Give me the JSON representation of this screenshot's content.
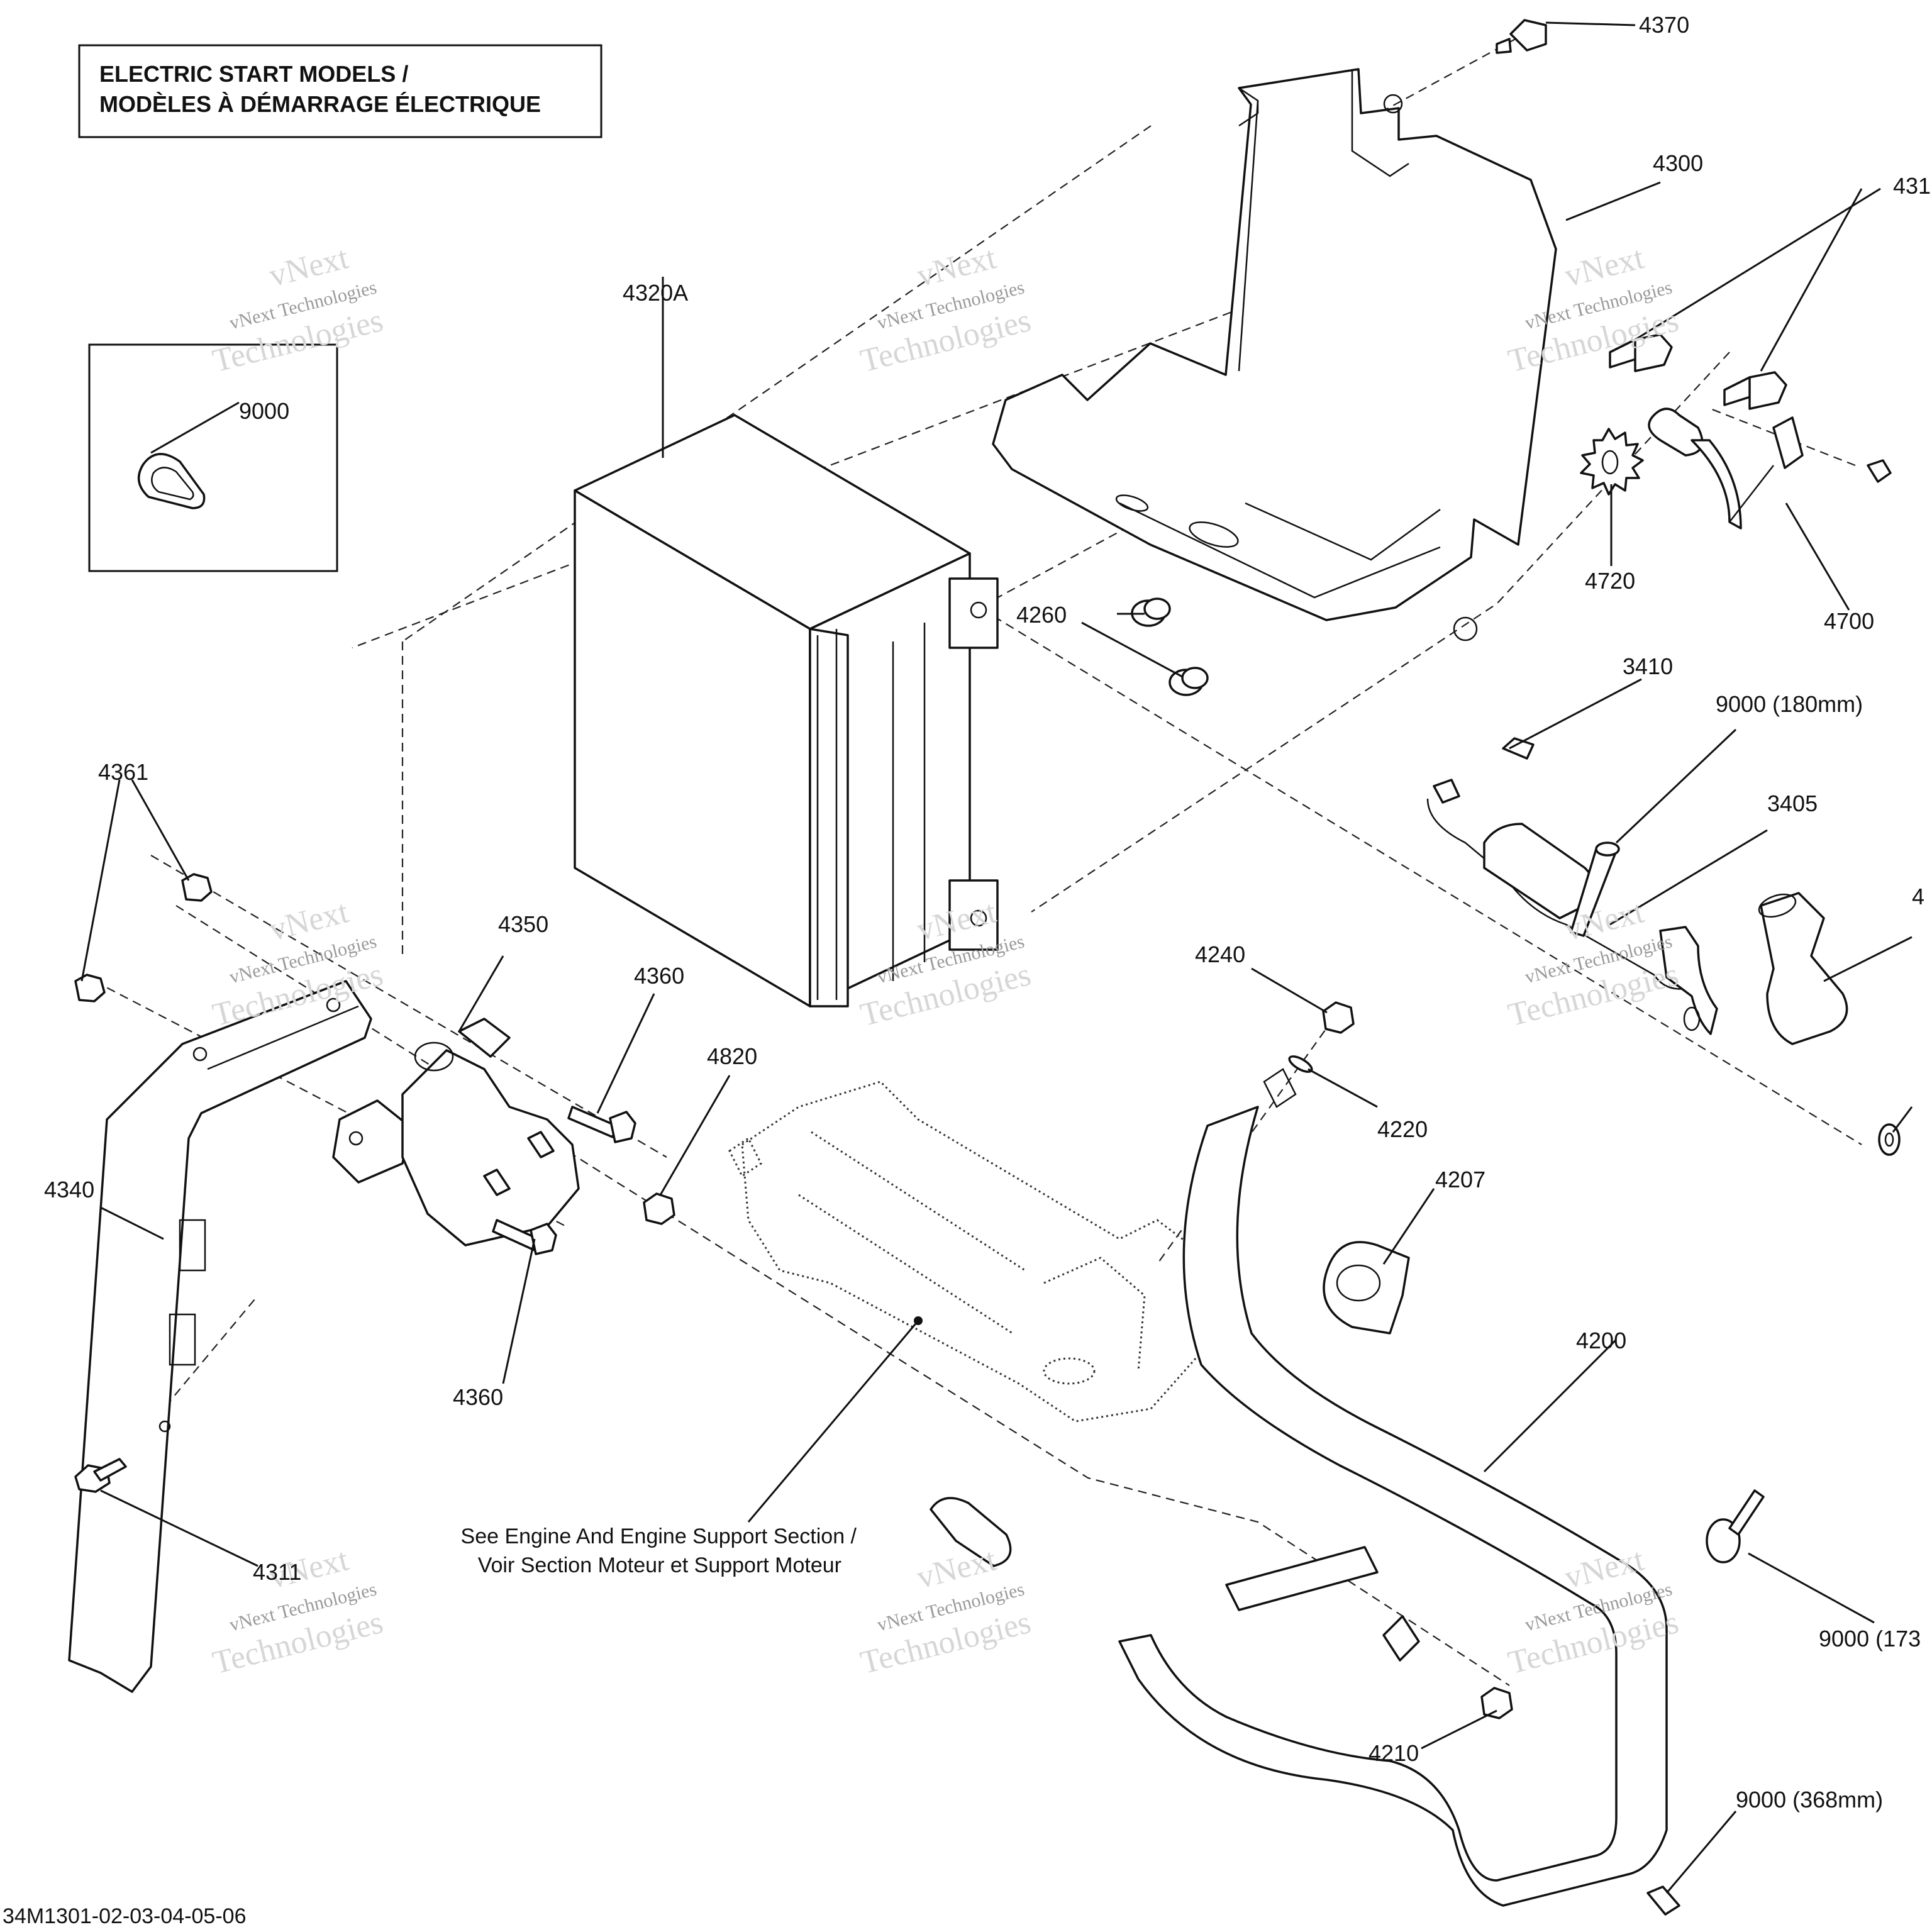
{
  "title": {
    "line1": "ELECTRIC START MODELS /",
    "line2": "MODÈLES À DÉMARRAGE ÉLECTRIQUE"
  },
  "footer_code": "34M1301-02-03-04-05-06",
  "note": {
    "line1": "See Engine And Engine Support Section /",
    "line2": "Voir Section Moteur et Support Moteur"
  },
  "watermark": {
    "line1": "vNext Technologies",
    "line2": "Technologies",
    "line3": "vNext"
  },
  "callouts": {
    "c4370": "4370",
    "c4300": "4300",
    "c431_top": "431",
    "c4320A": "4320A",
    "c9000_inset": "9000",
    "c4720": "4720",
    "c4700": "4700",
    "c4260": "4260",
    "c3410": "3410",
    "c9000_180": "9000 (180mm)",
    "c3405": "3405",
    "c4361": "4361",
    "c4350": "4350",
    "c4360_top": "4360",
    "c4820": "4820",
    "c4240": "4240",
    "c4220": "4220",
    "c4207": "4207",
    "c4340": "4340",
    "c4360_bottom": "4360",
    "c4200": "4200",
    "c4311": "4311",
    "c9000_173": "9000 (173",
    "c4210": "4210",
    "c9000_368": "9000 (368mm)",
    "c4_right": "4"
  }
}
